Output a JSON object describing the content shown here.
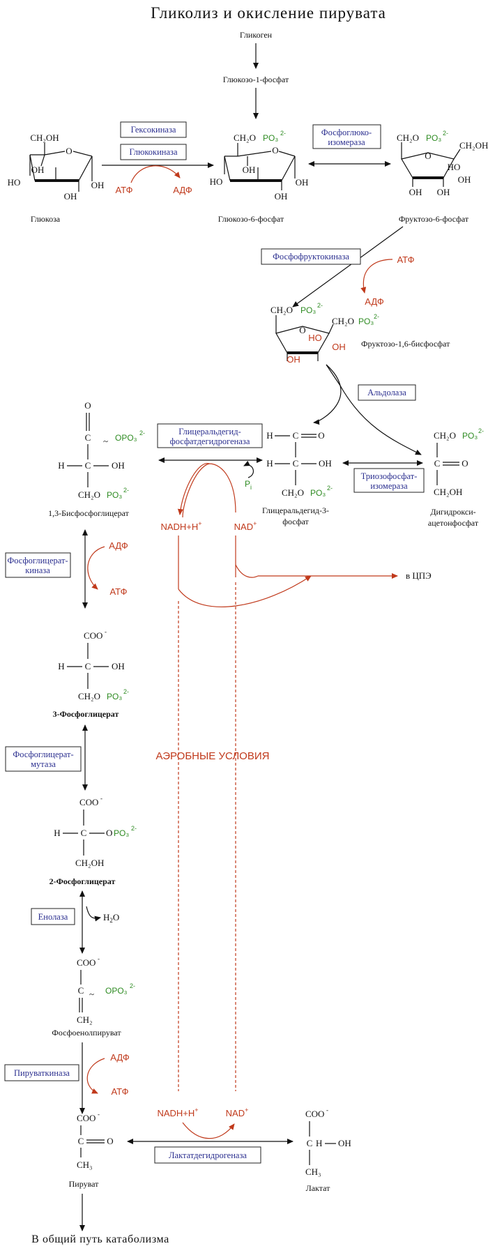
{
  "title": "Гликолиз и окисление пирувата",
  "footer": "В общий путь катаболизма",
  "colors": {
    "enzyme_text": "#2b2f8f",
    "cofactor": "#c0391b",
    "phosphate": "#2e8b22",
    "line": "#111111"
  },
  "metabolites": {
    "glycogen": "Гликоген",
    "g1p": "Глюкозо-1-фосфат",
    "glucose": "Глюкоза",
    "g6p": "Глюкозо-6-фосфат",
    "f6p": "Фруктозо-6-фосфат",
    "f16bp": "Фруктозо-1,6-бисфосфат",
    "bpg13": "1,3-Бисфосфоглицерат",
    "gap_1": "Глицеральдегид-3-",
    "gap_2": "фосфат",
    "dhap_1": "Дигидрокси-",
    "dhap_2": "ацетонфосфат",
    "pg3": "3-Фосфоглицерат",
    "pg2": "2-Фосфоглицерат",
    "pep": "Фосфоенолпируват",
    "pyruvate": "Пируват",
    "lactate": "Лактат"
  },
  "enzymes": {
    "hexokinase": "Гексокиназа",
    "glucokinase": "Глюкокиназа",
    "pgi_1": "Фосфоглюко-",
    "pgi_2": "изомераза",
    "pfk": "Фосфофруктокиназа",
    "aldolase": "Альдолаза",
    "gapdh_1": "Глицеральдегид-",
    "gapdh_2": "фосфатдегидрогеназа",
    "tpi_1": "Триозофосфат-",
    "tpi_2": "изомераза",
    "pgk_1": "Фосфоглицерат-",
    "pgk_2": "киназа",
    "pgm_1": "Фосфоглицерат-",
    "pgm_2": "мутаза",
    "enolase": "Енолаза",
    "pk": "Пируваткиназа",
    "ldh": "Лактатдегидрогеназа"
  },
  "cofactors": {
    "atp": "АТФ",
    "adp": "АДФ",
    "nadh": "NADH+H",
    "nad": "NAD",
    "plus": "+",
    "pi": "P",
    "pi_sub": "i",
    "h2o": "H",
    "h2o_sub": "2",
    "h2o_end": "O",
    "to_etc": "в ЦПЭ"
  },
  "conditions": {
    "aerobic": "АЭРОБНЫЕ УСЛОВИЯ"
  },
  "atoms": {
    "oh": "OH",
    "ho": "HO",
    "o": "O",
    "c": "C",
    "h": "H",
    "ch2oh": "CH₂OH",
    "ch2": "CH₂",
    "ch3": "CH₃",
    "ch2o": "CH₂O",
    "po3": "PO₃",
    "charge2": "2-",
    "coo": "COO",
    "minus": "-",
    "tilde": "~",
    "opo3": "OPO₃"
  }
}
